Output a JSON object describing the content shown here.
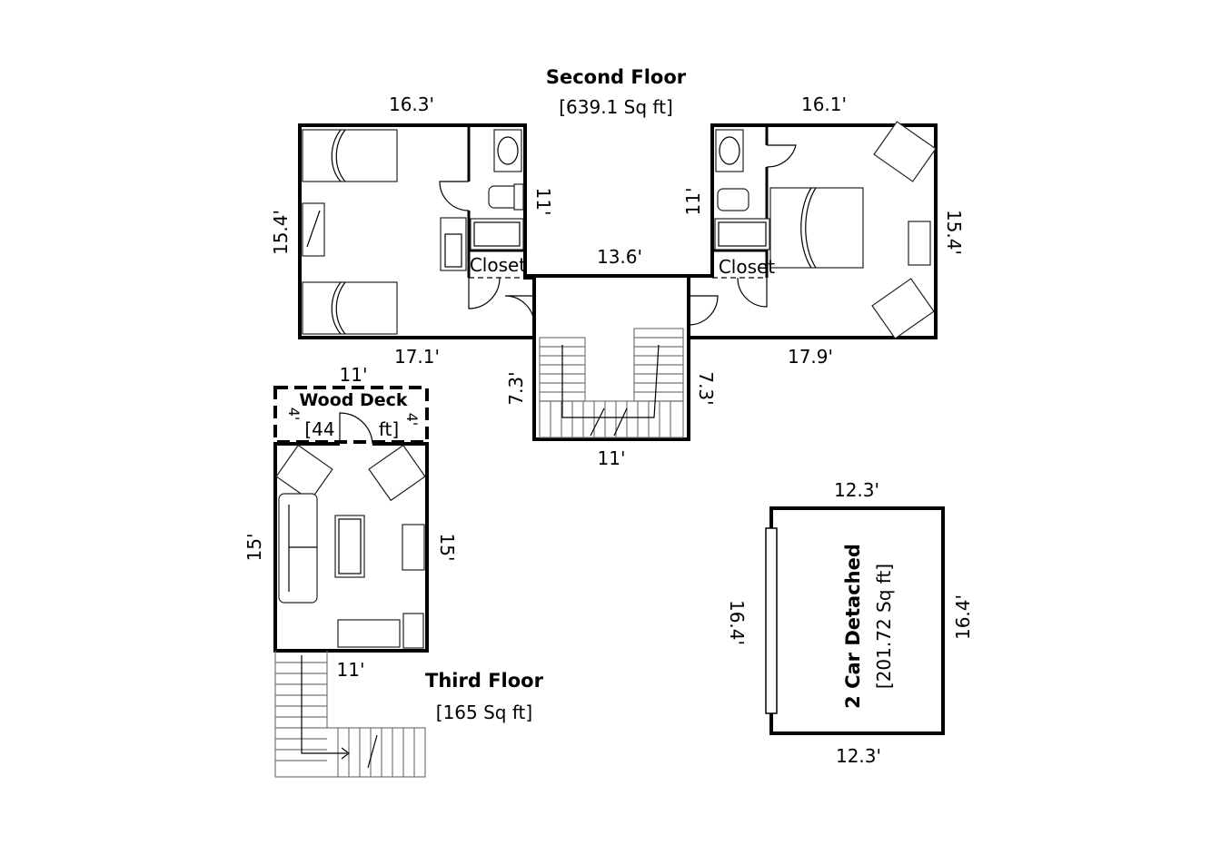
{
  "second_floor": {
    "title": "Second Floor",
    "area": "[639.1 Sq ft]",
    "dims": {
      "left_top": "16.3'",
      "left_side": "15.4'",
      "left_bottom": "17.1'",
      "right_top": "16.1'",
      "right_side": "15.4'",
      "right_bottom": "17.9'",
      "hall_width": "13.6'",
      "left_bath": "11'",
      "right_bath": "11'",
      "stair_left": "7.3'",
      "stair_right": "7.3'",
      "stair_bottom": "11'"
    },
    "closet_left": "Closet",
    "closet_right": "Closet"
  },
  "third_floor": {
    "title": "Third Floor",
    "area": "[165 Sq ft]",
    "dims": {
      "top": "11'",
      "left": "15'",
      "right": "15'",
      "bottom": "11'",
      "deck_left": "4'",
      "deck_right": "4'"
    },
    "deck_label": "Wood Deck",
    "deck_area_left": "[44",
    "deck_area_right": "ft]"
  },
  "garage": {
    "title": "2 Car Detached",
    "area": "[201.72 Sq ft]",
    "dims": {
      "top": "12.3'",
      "bottom": "12.3'",
      "left": "16.4'",
      "right": "16.4'"
    }
  }
}
